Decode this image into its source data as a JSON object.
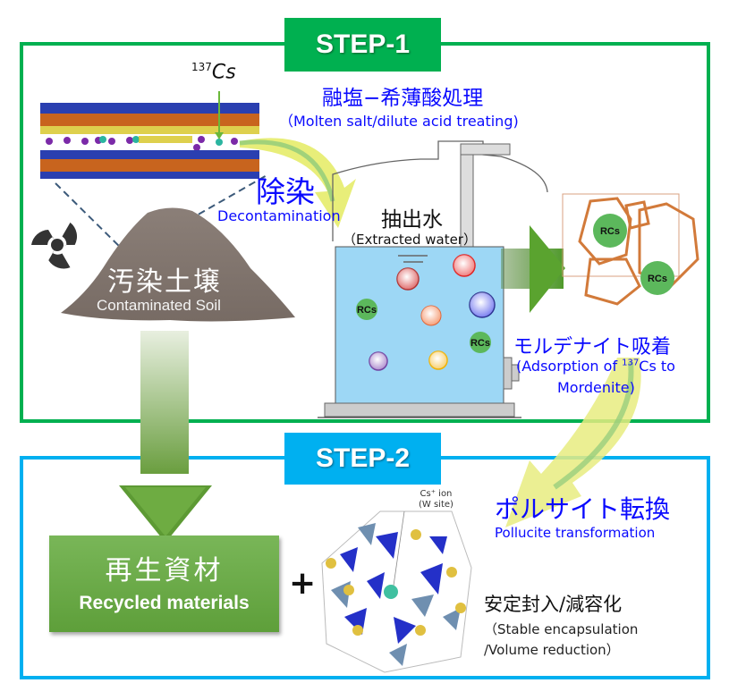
{
  "step1": {
    "label": "STEP-1",
    "isotope_mass": "137",
    "isotope_symbol": "Cs",
    "treatment_jp": "融塩−希薄酸処理",
    "treatment_en": "（Molten salt/dilute acid treating)",
    "decontamination_jp": "除染",
    "decontamination_en": "Decontamination",
    "soil_jp": "汚染土壌",
    "soil_en": "Contaminated Soil",
    "extracted_jp": "抽出水",
    "extracted_en": "（Extracted water）",
    "rcs_label": "RCs",
    "adsorption_jp": "モルデナイト吸着",
    "adsorption_en_1": "(Adsorption of ",
    "adsorption_en_sup": "137",
    "adsorption_en_2": "Cs to",
    "adsorption_en_3": "Mordenite)",
    "hazard_icon": "radiation-icon"
  },
  "step2": {
    "label": "STEP-2",
    "recycled_jp": "再生資材",
    "recycled_en": "Recycled materials",
    "plus": "+",
    "cs_ion_line1": "Cs⁺ ion",
    "cs_ion_line2": "(W site)",
    "pollucite_jp": "ポルサイト転換",
    "pollucite_en": "Pollucite transformation",
    "encapsulation_jp": "安定封入/減容化",
    "encapsulation_en_1": "（Stable encapsulation",
    "encapsulation_en_2": "/Volume reduction）"
  },
  "colors": {
    "step1_green": "#00b050",
    "step2_blue": "#00b0f0",
    "label_blue": "#0a0aff",
    "water": "#9dd7f5",
    "recycled_green": "#6aab48"
  }
}
